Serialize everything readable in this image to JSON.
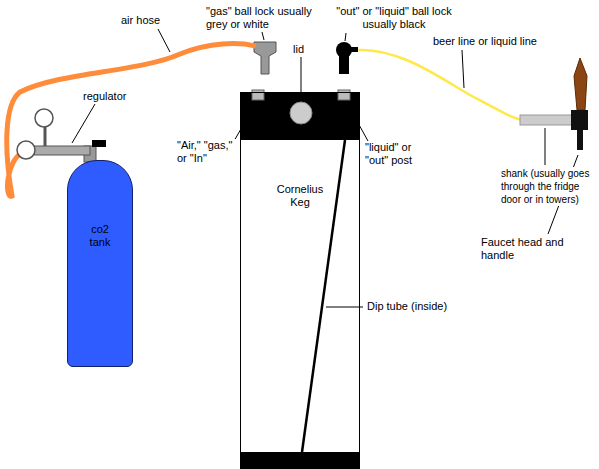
{
  "diagram": {
    "nodes": [
      {
        "text": [
          "co2 tank"
        ]
      },
      {
        "text": [
          "Cornelius Keg"
        ]
      }
    ],
    "labels": [
      "air hose",
      "\"gas\" ball lock usually grey or white",
      "lid",
      "\"out\" or \"liquid\" ball lock usually black",
      "beer line or liquid line",
      "regulator",
      "\"Air,\" \"gas,\" or \"In\"",
      "\"liquid\" or \"out\" post",
      "shank (usually goes through the fridge door or in towers)",
      "Faucet head and handle",
      "Dip tube (inside)"
    ]
  }
}
